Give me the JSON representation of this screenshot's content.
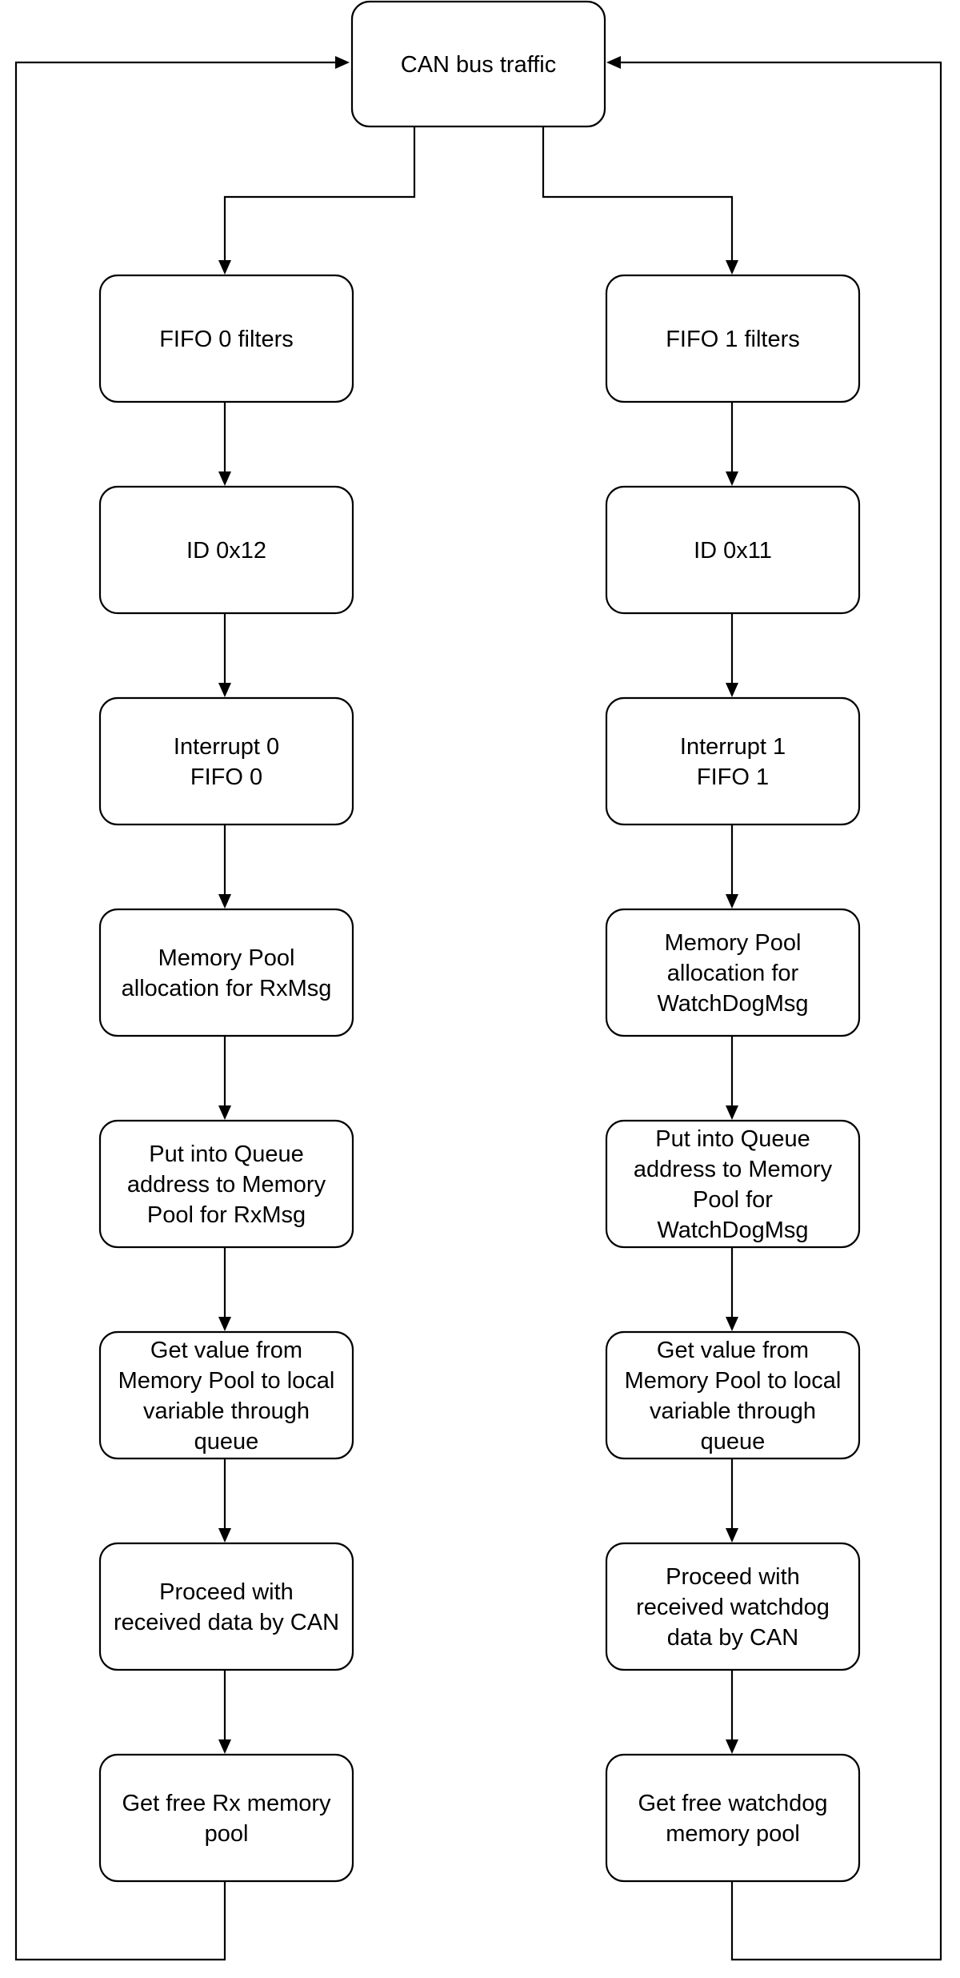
{
  "nodes": {
    "can_bus": [
      "CAN bus traffic"
    ],
    "fifo0_filters": [
      "FIFO 0 filters"
    ],
    "fifo1_filters": [
      "FIFO 1 filters"
    ],
    "id_0x12": [
      "ID 0x12"
    ],
    "id_0x11": [
      "ID 0x11"
    ],
    "interrupt0": [
      "Interrupt 0",
      "FIFO 0"
    ],
    "interrupt1": [
      "Interrupt 1",
      "FIFO 1"
    ],
    "mempool_rx": [
      "Memory Pool",
      "allocation for RxMsg"
    ],
    "mempool_wd": [
      "Memory Pool",
      "allocation for",
      "WatchDogMsg"
    ],
    "queue_rx": [
      "Put into Queue",
      "address to Memory",
      "Pool for RxMsg"
    ],
    "queue_wd": [
      "Put into Queue",
      "address to Memory",
      "Pool for",
      "WatchDogMsg"
    ],
    "getvalue_rx": [
      "Get value from",
      "Memory Pool to local",
      "variable through",
      "queue"
    ],
    "getvalue_wd": [
      "Get value from",
      "Memory Pool to local",
      "variable through",
      "queue"
    ],
    "proceed_rx": [
      "Proceed with",
      "received data by CAN"
    ],
    "proceed_wd": [
      "Proceed with",
      "received watchdog",
      "data by CAN"
    ],
    "free_rx": [
      "Get free Rx memory",
      "pool"
    ],
    "free_wd": [
      "Get free watchdog",
      "memory pool"
    ]
  }
}
